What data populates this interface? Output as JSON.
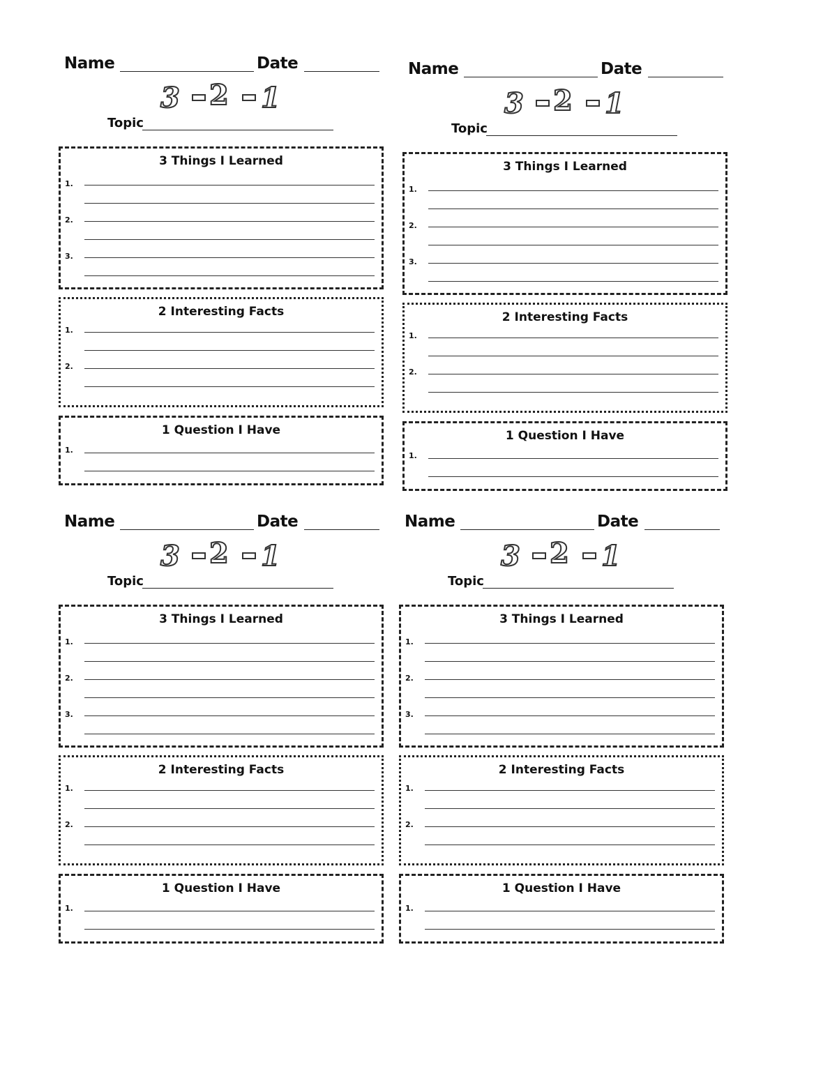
{
  "worksheet": {
    "name_label": "Name",
    "date_label": "Date",
    "title_numbers": [
      "3",
      "2",
      "1"
    ],
    "topic_label": "Topic",
    "section_learned": "3 Things I Learned",
    "section_facts": "2 Interesting Facts",
    "section_question": "1 Question I Have",
    "item_labels": [
      "1.",
      "2.",
      "3."
    ],
    "copies": 4
  }
}
